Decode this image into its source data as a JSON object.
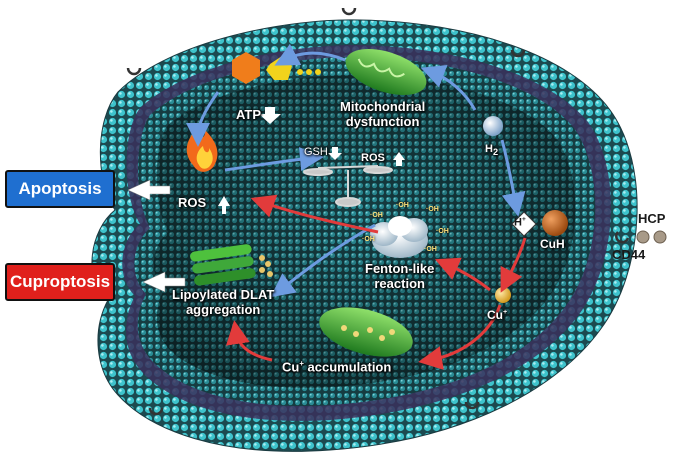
{
  "outcomes": {
    "apoptosis": "Apoptosis",
    "cuproptosis": "Cuproptosis"
  },
  "labels": {
    "atp": "ATP",
    "ros_left": "ROS",
    "gsh": "GSH",
    "ros_center": "ROS",
    "mitochondrial_line1": "Mitochondrial",
    "mitochondrial_line2": "dysfunction",
    "h2": "H",
    "h2_sub": "2",
    "h_plus": "H",
    "h_plus_sup": "+",
    "cuh": "CuH",
    "hcp": "HCP",
    "cd44": "CD44",
    "cu_plus": "Cu",
    "cu_plus_sup": "+",
    "fenton_line1": "Fenton-like",
    "fenton_line2": "reaction",
    "dlat_line1": "Lipoylated DLAT",
    "dlat_line2": "aggregation",
    "cu_accum": "Cu",
    "cu_accum_sup": "+",
    "cu_accum_rest": " accumulation",
    "oh_radical": "·OH"
  },
  "colors": {
    "apoptosis_box": "#1f6fd0",
    "cuproptosis_box": "#e0201c",
    "membrane": "#35b8c4",
    "cytoplasm": "#1e4f55",
    "mitochondria": "#3fa83a",
    "cuh_particle": "#c8651b",
    "cu_ion": "#e8b63c",
    "arrow_blue": "#5d8fd8",
    "arrow_red": "#e23b3b",
    "flame": "#f26a1b"
  }
}
